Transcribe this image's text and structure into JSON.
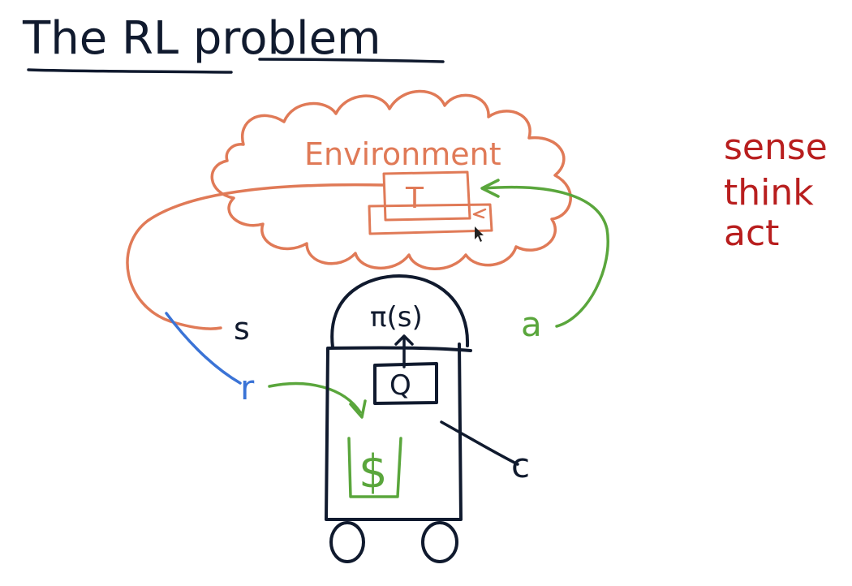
{
  "title": "The RL problem",
  "environment": {
    "label": "Environment",
    "box_label": "T"
  },
  "labels": {
    "state": "s",
    "reward": "r",
    "action": "a",
    "policy": "π(s)",
    "q_box": "Q",
    "c": "c",
    "dollar": "$"
  },
  "sidebar_words": [
    "sense",
    "think",
    "act"
  ],
  "colors": {
    "ink": "#101a2e",
    "environment": "#e07a57",
    "action": "#5aa63c",
    "reward": "#3a73d6",
    "sidebar": "#b81e1e"
  }
}
